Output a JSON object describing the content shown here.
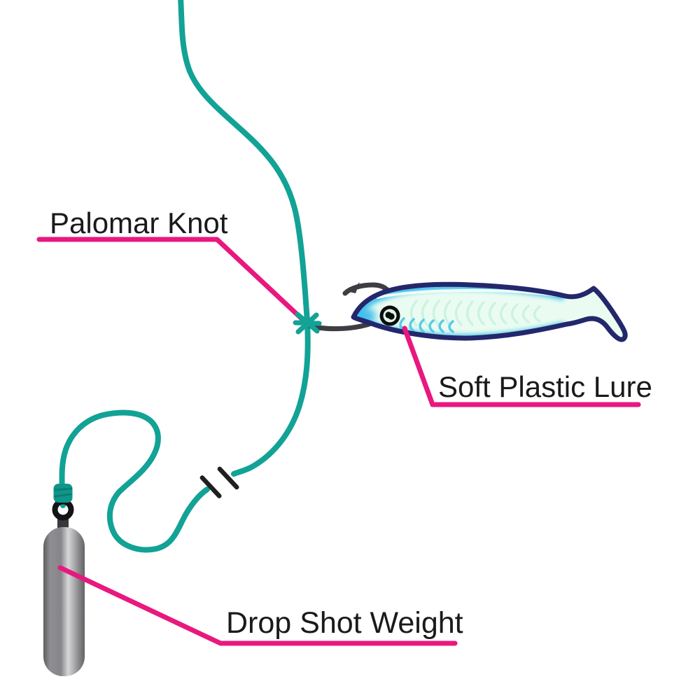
{
  "diagram": {
    "labels": {
      "palomar_knot": "Palomar Knot",
      "soft_plastic_lure": "Soft Plastic Lure",
      "drop_shot_weight": "Drop Shot Weight"
    },
    "colors": {
      "fishing_line_teal": "#12a296",
      "knot_teal_dark": "#0f9589",
      "annotation_pink": "#e8187f",
      "hook_gray": "#3d3d42",
      "break_tick_black": "#1f1f1f",
      "lure_outline_navy": "#23276b",
      "lure_body_mint": "#eafcf1",
      "lure_glow_cyan": "#39bcec",
      "lure_rib_light": "#cdf2e4",
      "lure_rib_cyan": "#57cce6",
      "ring_black": "#141416",
      "weight_tab_gray": "#39393d",
      "text_black": "#1a1a1a"
    }
  }
}
